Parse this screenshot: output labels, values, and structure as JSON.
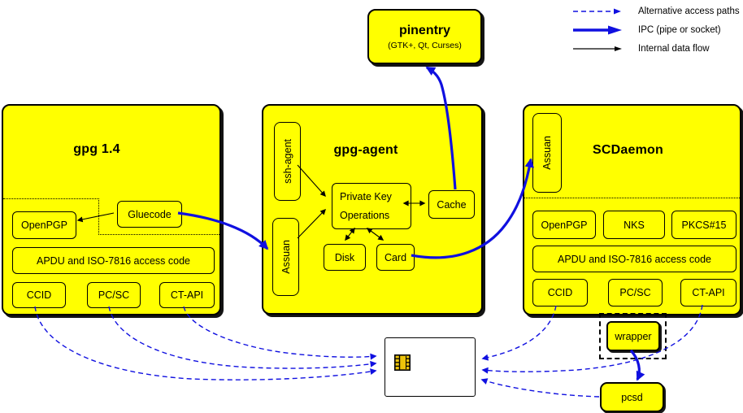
{
  "legend": {
    "alt": "Alternative access paths",
    "ipc": "IPC (pipe or socket)",
    "internal": "Internal data flow"
  },
  "pinentry": {
    "title": "pinentry",
    "subtitle": "(GTK+, Qt, Curses)"
  },
  "gpg14": {
    "title": "gpg 1.4",
    "openpgp": "OpenPGP",
    "gluecode": "Gluecode",
    "apdu": "APDU and ISO-7816 access code",
    "ccid": "CCID",
    "pcsc": "PC/SC",
    "ctapi": "CT-API"
  },
  "gpgagent": {
    "title": "gpg-agent",
    "sshagent": "ssh-agent",
    "assuan": "Assuan",
    "pko1": "Private Key",
    "pko2": "Operations",
    "cache": "Cache",
    "disk": "Disk",
    "card": "Card"
  },
  "scdaemon": {
    "title": "SCDaemon",
    "assuan": "Assuan",
    "openpgp": "OpenPGP",
    "nks": "NKS",
    "pkcs15": "PKCS#15",
    "apdu": "APDU and ISO-7816 access code",
    "ccid": "CCID",
    "pcsc": "PC/SC",
    "ctapi": "CT-API"
  },
  "external": {
    "wrapper": "wrapper",
    "pcsd": "pcsd"
  },
  "colors": {
    "box_fill": "#ffff00",
    "ipc_blue": "#1010e0",
    "line_black": "#000000"
  }
}
